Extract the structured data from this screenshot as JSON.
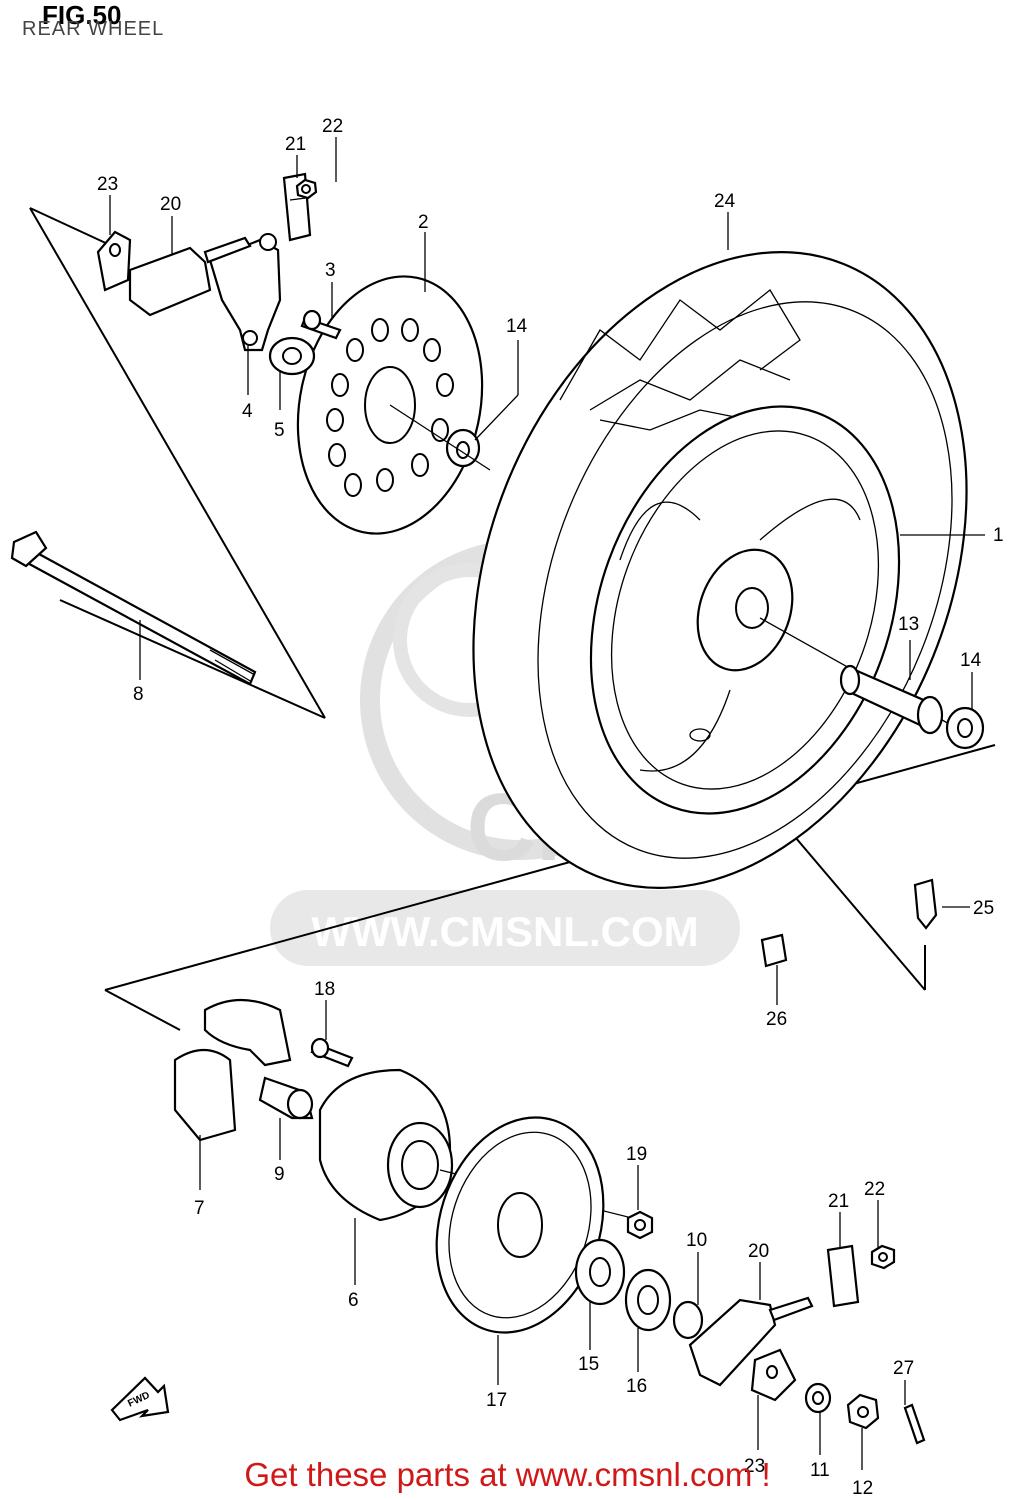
{
  "figure": {
    "title": "FIG.50",
    "subtitle": "REAR WHEEL"
  },
  "watermark": {
    "logo_text": "CMS",
    "site_text": "WWW.CMSNL.COM"
  },
  "footer": {
    "text": "Get these parts at www.cmsnl.com !",
    "color": "#d01818"
  },
  "callouts": {
    "c1": "1",
    "c2": "2",
    "c3": "3",
    "c4": "4",
    "c5": "5",
    "c6": "6",
    "c7": "7",
    "c8": "8",
    "c9": "9",
    "c10": "10",
    "c11": "11",
    "c12": "12",
    "c13": "13",
    "c14a": "14",
    "c14b": "14",
    "c15": "15",
    "c16": "16",
    "c17": "17",
    "c18": "18",
    "c19": "19",
    "c20a": "20",
    "c20b": "20",
    "c21a": "21",
    "c21b": "21",
    "c22a": "22",
    "c22b": "22",
    "c23a": "23",
    "c23b": "23",
    "c24": "24",
    "c25": "25",
    "c26": "26",
    "c27": "27"
  },
  "fwd_arrow": {
    "label": "FWD"
  }
}
